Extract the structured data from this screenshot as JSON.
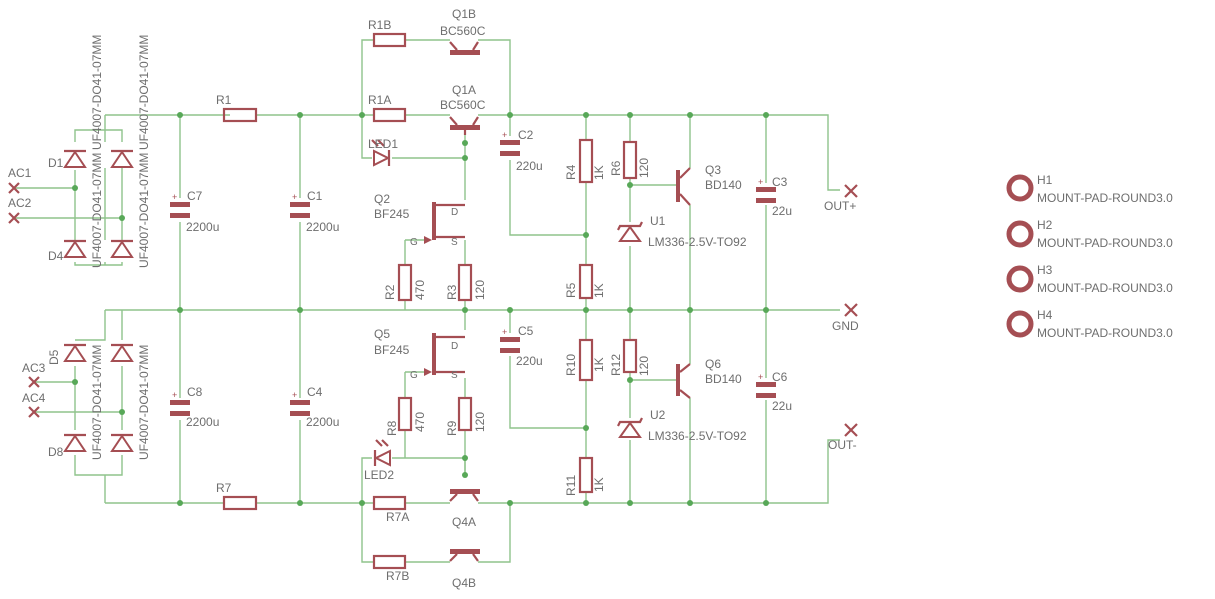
{
  "schematic": {
    "labels": {
      "R1B": "R1B",
      "Q1B": "Q1B",
      "Q1B_val": "BC560C",
      "R1A": "R1A",
      "Q1A": "Q1A",
      "Q1A_val": "BC560C",
      "R1": "R1",
      "LED1": "LED1",
      "Q2": "Q2",
      "Q2_val": "BF245",
      "C2": "C2",
      "C2_val": "220u",
      "C7": "C7",
      "C7_val": "2200u",
      "C1": "C1",
      "C1_val": "2200u",
      "R2": "R2",
      "R2_val": "470",
      "R3": "R3",
      "R3_val": "120",
      "R4": "R4",
      "R4_val": "1K",
      "R6": "R6",
      "R6_val": "120",
      "R5": "R5",
      "R5_val": "1K",
      "Q3": "Q3",
      "Q3_val": "BD140",
      "U1": "U1",
      "U1_val": "LM336-2.5V-TO92",
      "C3": "C3",
      "C3_val": "22u",
      "OUT+": "OUT+",
      "GND": "GND",
      "OUT-": "OUT-",
      "AC1": "AC1",
      "AC2": "AC2",
      "AC3": "AC3",
      "AC4": "AC4",
      "D1": "D1",
      "D4": "D4",
      "D5": "D5",
      "D8": "D8",
      "diode_val": "UF4007-DO41-07MM",
      "C8": "C8",
      "C8_val": "2200u",
      "C4": "C4",
      "C4_val": "2200u",
      "Q5": "Q5",
      "Q5_val": "BF245",
      "C5": "C5",
      "C5_val": "220u",
      "R8": "R8",
      "R8_val": "470",
      "R9": "R9",
      "R9_val": "120",
      "R10": "R10",
      "R10_val": "1K",
      "R12": "R12",
      "R12_val": "120",
      "R11": "R11",
      "R11_val": "1K",
      "Q6": "Q6",
      "Q6_val": "BD140",
      "U2": "U2",
      "U2_val": "LM336-2.5V-TO92",
      "C6": "C6",
      "C6_val": "22u",
      "LED2": "LED2",
      "R7": "R7",
      "R7A": "R7A",
      "R7B": "R7B",
      "Q4A": "Q4A",
      "Q4B": "Q4B",
      "H1": "H1",
      "H2": "H2",
      "H3": "H3",
      "H4": "H4",
      "hole_val": "MOUNT-PAD-ROUND3.0",
      "G": "G",
      "S": "S",
      "D": "D"
    },
    "colors": {
      "wire": "#8fc38c",
      "part": "#a54e53",
      "junction": "#58a858",
      "text": "#6e6e6e"
    }
  }
}
